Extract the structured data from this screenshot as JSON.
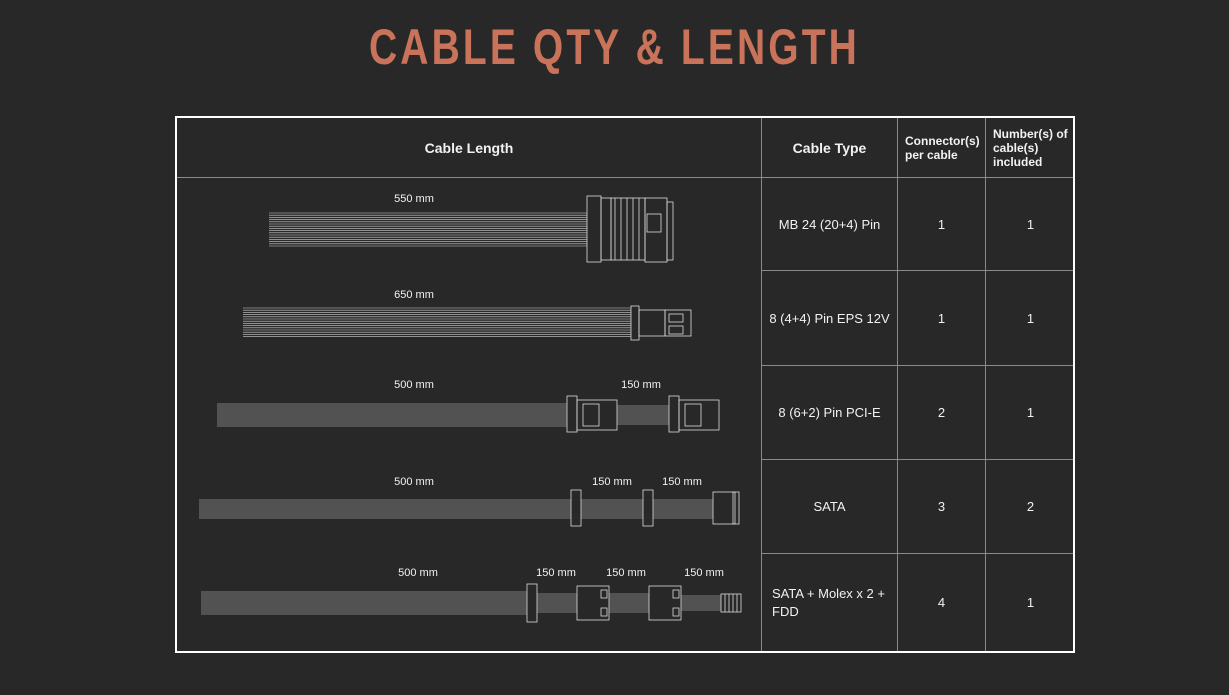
{
  "title": "CABLE QTY & LENGTH",
  "header": {
    "cable_length": "Cable Length",
    "cable_type": "Cable Type",
    "connectors": "Connector(s) per cable",
    "cables_included": "Number(s) of cable(s) included"
  },
  "rows": [
    {
      "type": "MB 24 (20+4) Pin",
      "connectors": "1",
      "cables": "1",
      "lengths": [
        "550 mm"
      ]
    },
    {
      "type": "8 (4+4) Pin EPS 12V",
      "connectors": "1",
      "cables": "1",
      "lengths": [
        "650 mm"
      ]
    },
    {
      "type": "8 (6+2) Pin PCI-E",
      "connectors": "2",
      "cables": "1",
      "lengths": [
        "500 mm",
        "150 mm"
      ]
    },
    {
      "type": "SATA",
      "connectors": "3",
      "cables": "2",
      "lengths": [
        "500 mm",
        "150 mm",
        "150 mm"
      ]
    },
    {
      "type": "SATA + Molex x 2 + FDD",
      "connectors": "4",
      "cables": "1",
      "lengths": [
        "500 mm",
        "150 mm",
        "150 mm",
        "150 mm"
      ]
    }
  ],
  "colors": {
    "background": "#282828",
    "title": "#c8735a",
    "border": "#ffffff",
    "grid": "#8a8a8a"
  }
}
